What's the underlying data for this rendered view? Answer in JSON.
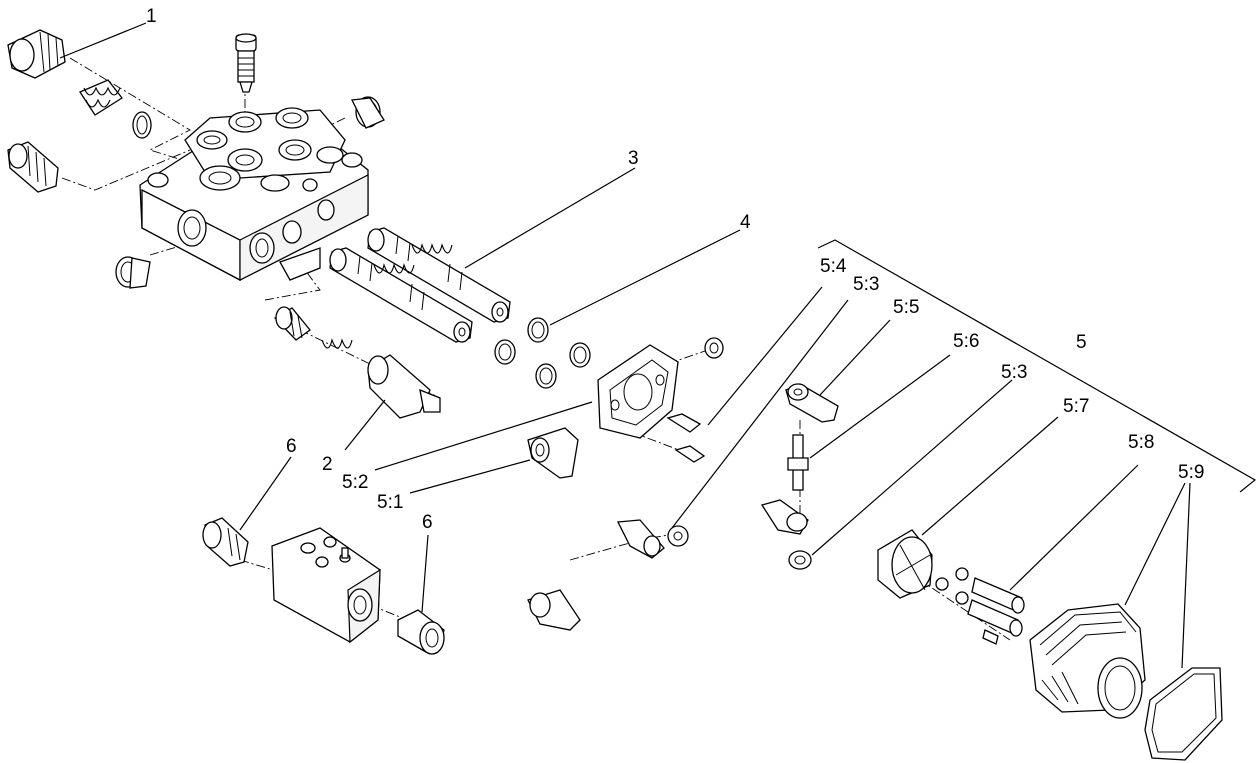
{
  "diagram": {
    "callouts": [
      {
        "id": "c1",
        "text": "1"
      },
      {
        "id": "c2",
        "text": "2"
      },
      {
        "id": "c3",
        "text": "3"
      },
      {
        "id": "c4",
        "text": "4"
      },
      {
        "id": "c5",
        "text": "5"
      },
      {
        "id": "c6a",
        "text": "6"
      },
      {
        "id": "c6b",
        "text": "6"
      },
      {
        "id": "c51",
        "text": "5:1"
      },
      {
        "id": "c52",
        "text": "5:2"
      },
      {
        "id": "c53a",
        "text": "5:3"
      },
      {
        "id": "c53b",
        "text": "5:3"
      },
      {
        "id": "c54",
        "text": "5:4"
      },
      {
        "id": "c55",
        "text": "5:5"
      },
      {
        "id": "c56",
        "text": "5:6"
      },
      {
        "id": "c57",
        "text": "5:7"
      },
      {
        "id": "c58",
        "text": "5:8"
      },
      {
        "id": "c59",
        "text": "5:9"
      }
    ]
  }
}
